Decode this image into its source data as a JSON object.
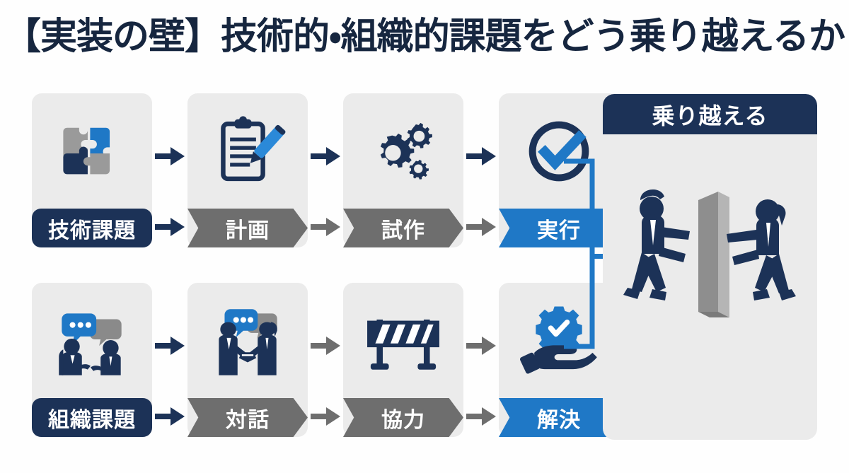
{
  "page": {
    "title": "【実装の壁】技術的・組織的課題をどう乗り越えるか",
    "background_color": "#fefefe",
    "title_color": "#16263f"
  },
  "palette": {
    "navy": "#1c3257",
    "blue": "#1f78c6",
    "gray": "#6e6e6e",
    "card_bg": "#ebebeb",
    "wall_gray": "#9a9a9a",
    "white": "#ffffff"
  },
  "flow": {
    "rows": [
      {
        "name": "technical-track",
        "steps": [
          {
            "label": "技術課題",
            "icon": "puzzle-icon",
            "label_style": "navy"
          },
          {
            "label": "計画",
            "icon": "clipboard-pencil-icon",
            "label_style": "gray"
          },
          {
            "label": "試作",
            "icon": "gears-icon",
            "label_style": "gray"
          },
          {
            "label": "実行",
            "icon": "check-circle-icon",
            "label_style": "blue"
          }
        ]
      },
      {
        "name": "organizational-track",
        "steps": [
          {
            "label": "組織課題",
            "icon": "discussion-icon",
            "label_style": "navy"
          },
          {
            "label": "対話",
            "icon": "handshake-icon",
            "label_style": "gray"
          },
          {
            "label": "協力",
            "icon": "barrier-icon",
            "label_style": "gray"
          },
          {
            "label": "解決",
            "icon": "hand-gear-check-icon",
            "label_style": "blue"
          }
        ]
      }
    ],
    "icon_arrows": [
      {
        "name": "arrow-tech-1",
        "color": "#1c3257"
      },
      {
        "name": "arrow-tech-2",
        "color": "#1c3257"
      },
      {
        "name": "arrow-tech-3",
        "color": "#1c3257"
      },
      {
        "name": "arrow-org-1",
        "color": "#1c3257"
      },
      {
        "name": "arrow-org-2",
        "color": "#6e6e6e"
      },
      {
        "name": "arrow-org-3",
        "color": "#6e6e6e"
      }
    ],
    "label_arrows": [
      {
        "name": "label-arrow-tech-1",
        "color": "#1c3257"
      },
      {
        "name": "label-arrow-tech-2",
        "color": "#6e6e6e"
      },
      {
        "name": "label-arrow-tech-3",
        "color": "#6e6e6e"
      },
      {
        "name": "label-arrow-org-1",
        "color": "#1c3257"
      },
      {
        "name": "label-arrow-org-2",
        "color": "#6e6e6e"
      },
      {
        "name": "label-arrow-org-3",
        "color": "#6e6e6e"
      }
    ]
  },
  "result": {
    "header": "乗り越える",
    "illustration": "two-people-pushing-wall-icon",
    "header_color": "#1c3257",
    "panel_color": "#ebebeb"
  },
  "connector": {
    "name": "bracket-connector",
    "color": "#1f78c6",
    "description": "blue bracket joining 実行 and 解決 into the 乗り越える panel"
  }
}
